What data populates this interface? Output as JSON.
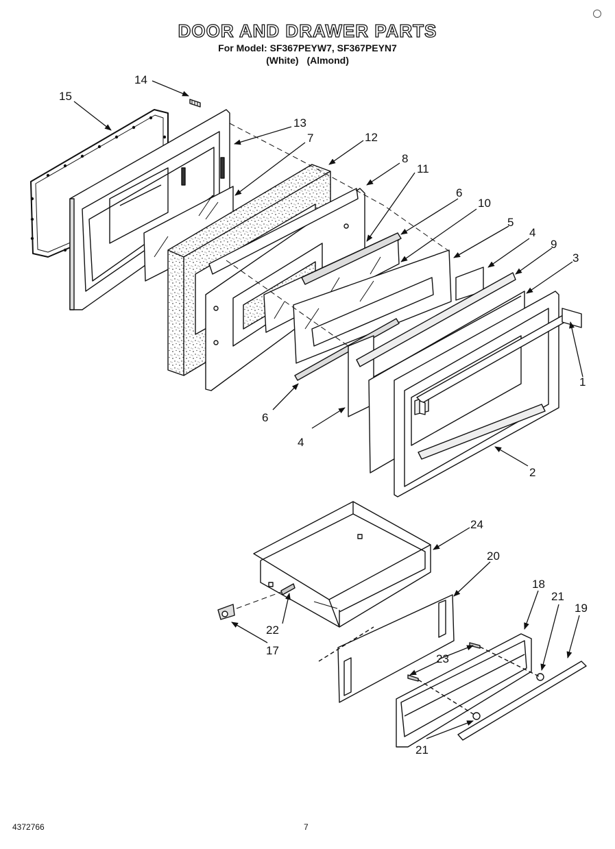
{
  "header": {
    "title": "DOOR AND DRAWER PARTS",
    "model_line": "For Model: SF367PEYW7, SF367PEYN7",
    "variant_1": "(White)",
    "variant_2": "(Almond)"
  },
  "callouts": {
    "c1": "1",
    "c2": "2",
    "c3": "3",
    "c4a": "4",
    "c4b": "4",
    "c5": "5",
    "c6a": "6",
    "c6b": "6",
    "c7": "7",
    "c8": "8",
    "c9": "9",
    "c10": "10",
    "c11": "11",
    "c12": "12",
    "c13": "13",
    "c14": "14",
    "c15": "15",
    "c17": "17",
    "c18": "18",
    "c19": "19",
    "c20": "20",
    "c21a": "21",
    "c21b": "21",
    "c22": "22",
    "c23": "23",
    "c24": "24"
  },
  "footer": {
    "doc_number": "4372766",
    "page_number": "7"
  }
}
